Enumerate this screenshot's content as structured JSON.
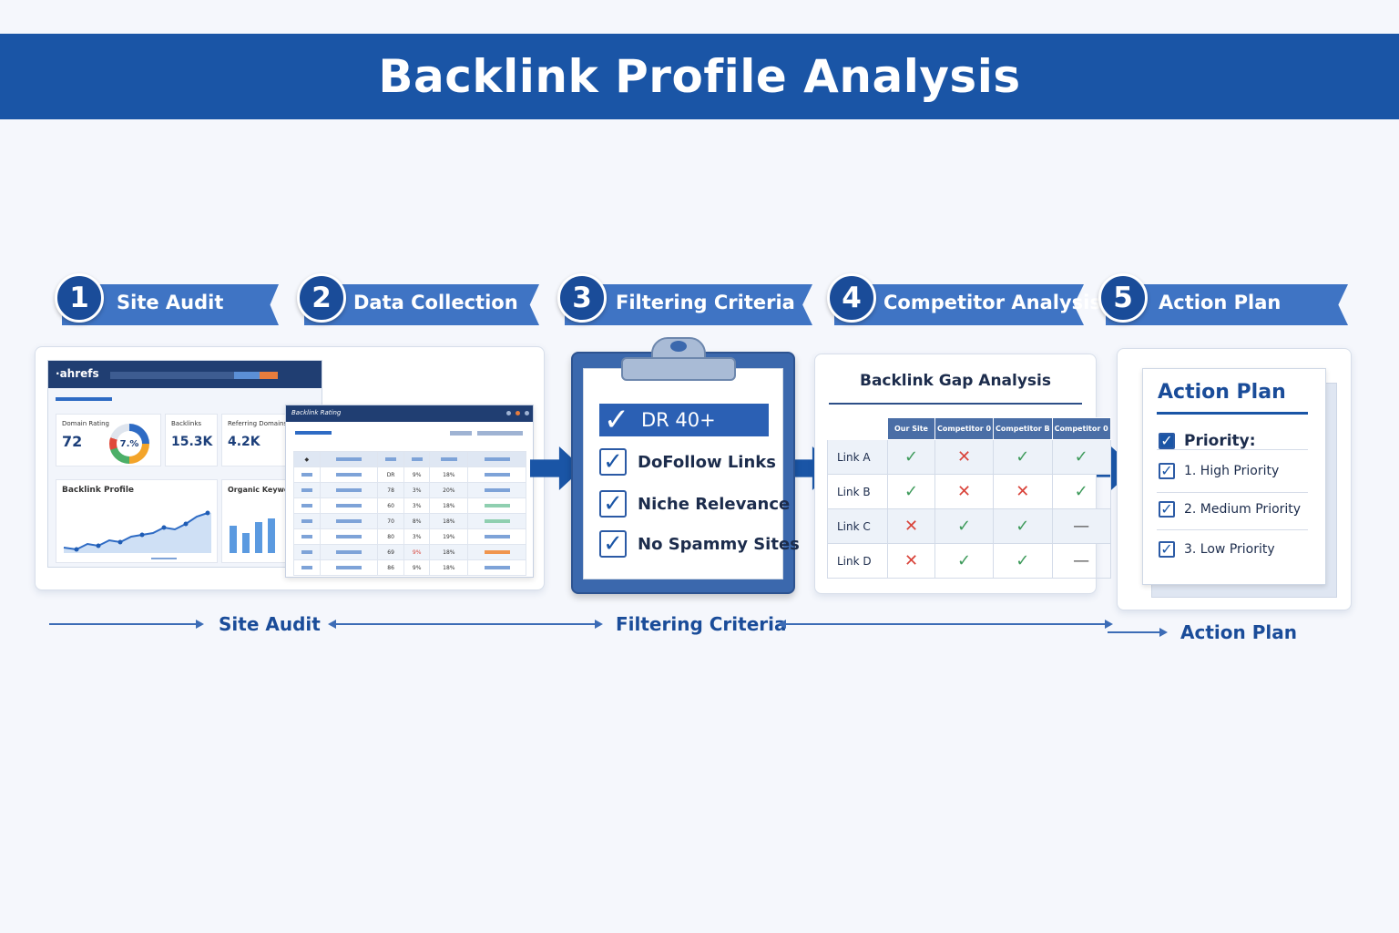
{
  "title": "Backlink Profile Analysis",
  "steps": [
    {
      "num": "1",
      "label": "Site Audit"
    },
    {
      "num": "2",
      "label": "Data Collection"
    },
    {
      "num": "3",
      "label": "Filtering Criteria"
    },
    {
      "num": "4",
      "label": "Competitor Analysis"
    },
    {
      "num": "5",
      "label": "Action Plan"
    }
  ],
  "audit": {
    "logo": "ahrefs",
    "kpis": [
      {
        "label": "Domain Rating",
        "value": "72",
        "donut": "7.%"
      },
      {
        "label": "Backlinks",
        "value": "15.3K"
      },
      {
        "label": "Referring Domains",
        "value": "4.2K"
      }
    ],
    "chart1_title": "Backlink Profile",
    "chart2_title": "Organic Keywords",
    "table_title": "Backlink Rating",
    "table_rows": [
      [
        "DR",
        "9%",
        "18%"
      ],
      [
        "78",
        "3%",
        "20%"
      ],
      [
        "60",
        "3%",
        "18%"
      ],
      [
        "70",
        "8%",
        "18%"
      ],
      [
        "80",
        "3%",
        "19%"
      ],
      [
        "69",
        "9%",
        "18%"
      ],
      [
        "86",
        "9%",
        "18%"
      ]
    ]
  },
  "criteria": {
    "items": [
      "DR 40+",
      "DoFollow Links",
      "Niche Relevance",
      "No Spammy Sites"
    ]
  },
  "gap": {
    "title": "Backlink Gap Analysis",
    "columns": [
      "Our Site",
      "Competitor 0",
      "Competitor B",
      "Competitor 0"
    ],
    "rows": [
      {
        "label": "Link A",
        "marks": [
          "ok",
          "no",
          "ok",
          "ok"
        ]
      },
      {
        "label": "Link B",
        "marks": [
          "ok",
          "no",
          "no",
          "ok"
        ]
      },
      {
        "label": "Link C",
        "marks": [
          "no",
          "ok",
          "ok",
          "na"
        ]
      },
      {
        "label": "Link D",
        "marks": [
          "no",
          "ok",
          "ok",
          "na"
        ]
      }
    ]
  },
  "action_plan": {
    "title": "Action Plan",
    "priority_label": "Priority:",
    "items": [
      "1. High Priority",
      "2. Medium Priority",
      "3. Low Priority"
    ]
  },
  "flow": {
    "labels": [
      "Site Audit",
      "Filtering Criteria",
      "Action Plan"
    ]
  },
  "colors": {
    "primary": "#1a55a6",
    "check": "#3d9a5a",
    "cross": "#d9433a"
  }
}
